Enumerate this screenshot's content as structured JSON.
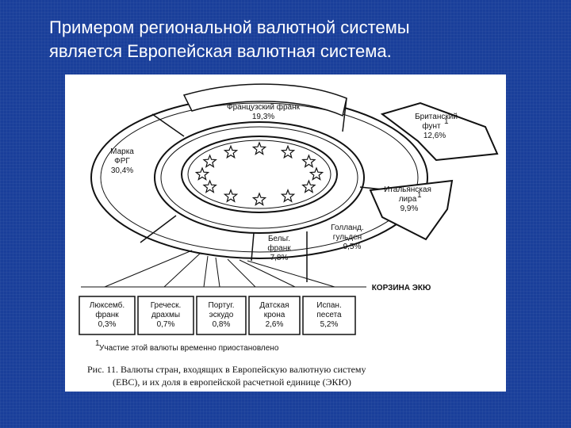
{
  "slide": {
    "title_line1": "Примером региональной валютной системы",
    "title_line2": "является Европейская валютная система."
  },
  "diagram": {
    "segments": {
      "franc": {
        "l1": "Французский франк",
        "l2": "19,3%"
      },
      "pound": {
        "l1": "Британский",
        "l2": "фунт",
        "sup": "1",
        "l3": "12,6%"
      },
      "mark": {
        "l1": "Марка",
        "l2": "ФРГ",
        "l3": "30,4%"
      },
      "lira": {
        "l1": "Итальянская",
        "l2": "лира",
        "sup": "1",
        "l3": "9,9%"
      },
      "guilder": {
        "l1": "Голланд.",
        "l2": "гульден",
        "l3": "9,5%"
      },
      "bfranc": {
        "l1": "Бельг.",
        "l2": "франк",
        "l3": "7,8%"
      }
    },
    "basket_label": "КОРЗИНА ЭКЮ",
    "boxes": [
      {
        "l1": "Люксемб.",
        "l2": "франк",
        "l3": "0,3%"
      },
      {
        "l1": "Греческ.",
        "l2": "драхмы",
        "l3": "0,7%"
      },
      {
        "l1": "Португ.",
        "l2": "эскудо",
        "l3": "0,8%"
      },
      {
        "l1": "Датская",
        "l2": "крона",
        "l3": "2,6%"
      },
      {
        "l1": "Испан.",
        "l2": "песета",
        "l3": "5,2%"
      }
    ],
    "footnote_mark": "1",
    "footnote": "Участие этой валюты временно приостановлено",
    "caption_line1": "Рис. 11. Валюты стран, входящих в Европейскую валютную систему",
    "caption_line2": "(ЕВС), и их доля в европейской расчетной единице (ЭКЮ)"
  },
  "colors": {
    "background": "#1a3f9a",
    "title": "#ffffff",
    "ink": "#111111"
  }
}
